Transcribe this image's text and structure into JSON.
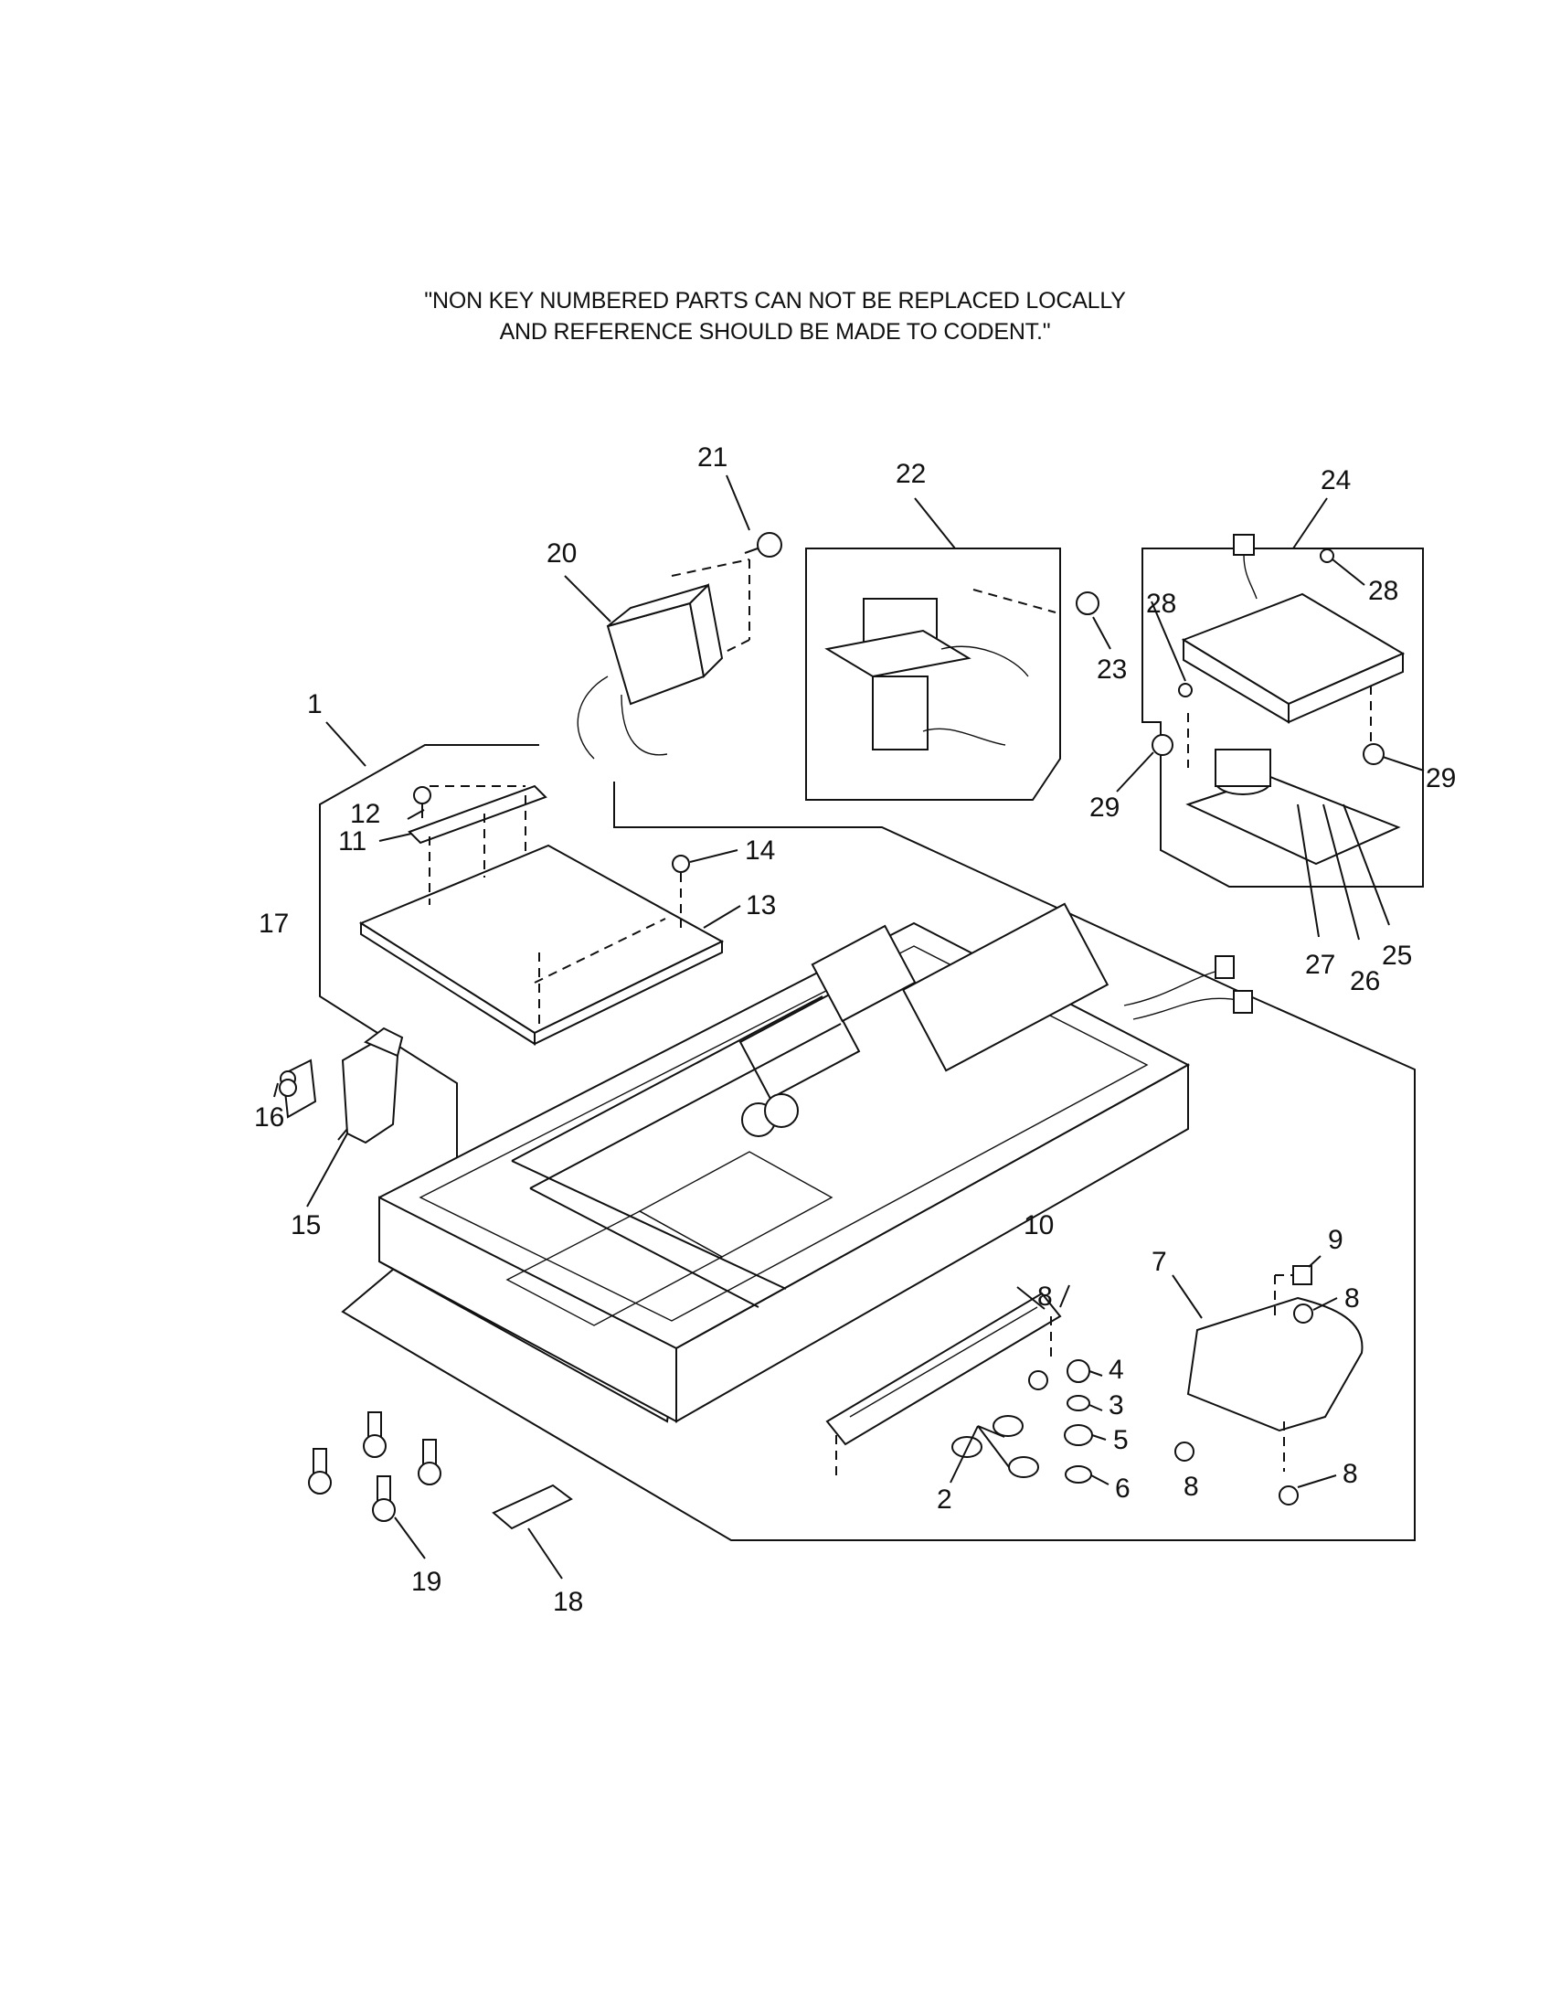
{
  "note": {
    "line1": "\"NON KEY NUMBERED PARTS CAN NOT BE REPLACED LOCALLY",
    "line2": "AND REFERENCE SHOULD BE MADE TO CODENT.\""
  },
  "callouts": {
    "c1": "1",
    "c2": "2",
    "c3": "3",
    "c4": "4",
    "c5": "5",
    "c6": "6",
    "c7": "7",
    "c8a": "8",
    "c8b": "8",
    "c8c": "8",
    "c8d": "8",
    "c9": "9",
    "c10": "10",
    "c11": "11",
    "c12": "12",
    "c13": "13",
    "c14": "14",
    "c15": "15",
    "c16": "16",
    "c17": "17",
    "c18": "18",
    "c19": "19",
    "c20": "20",
    "c21": "21",
    "c22": "22",
    "c23": "23",
    "c24": "24",
    "c25": "25",
    "c26": "26",
    "c27": "27",
    "c28a": "28",
    "c28b": "28",
    "c29a": "29",
    "c29b": "29"
  }
}
